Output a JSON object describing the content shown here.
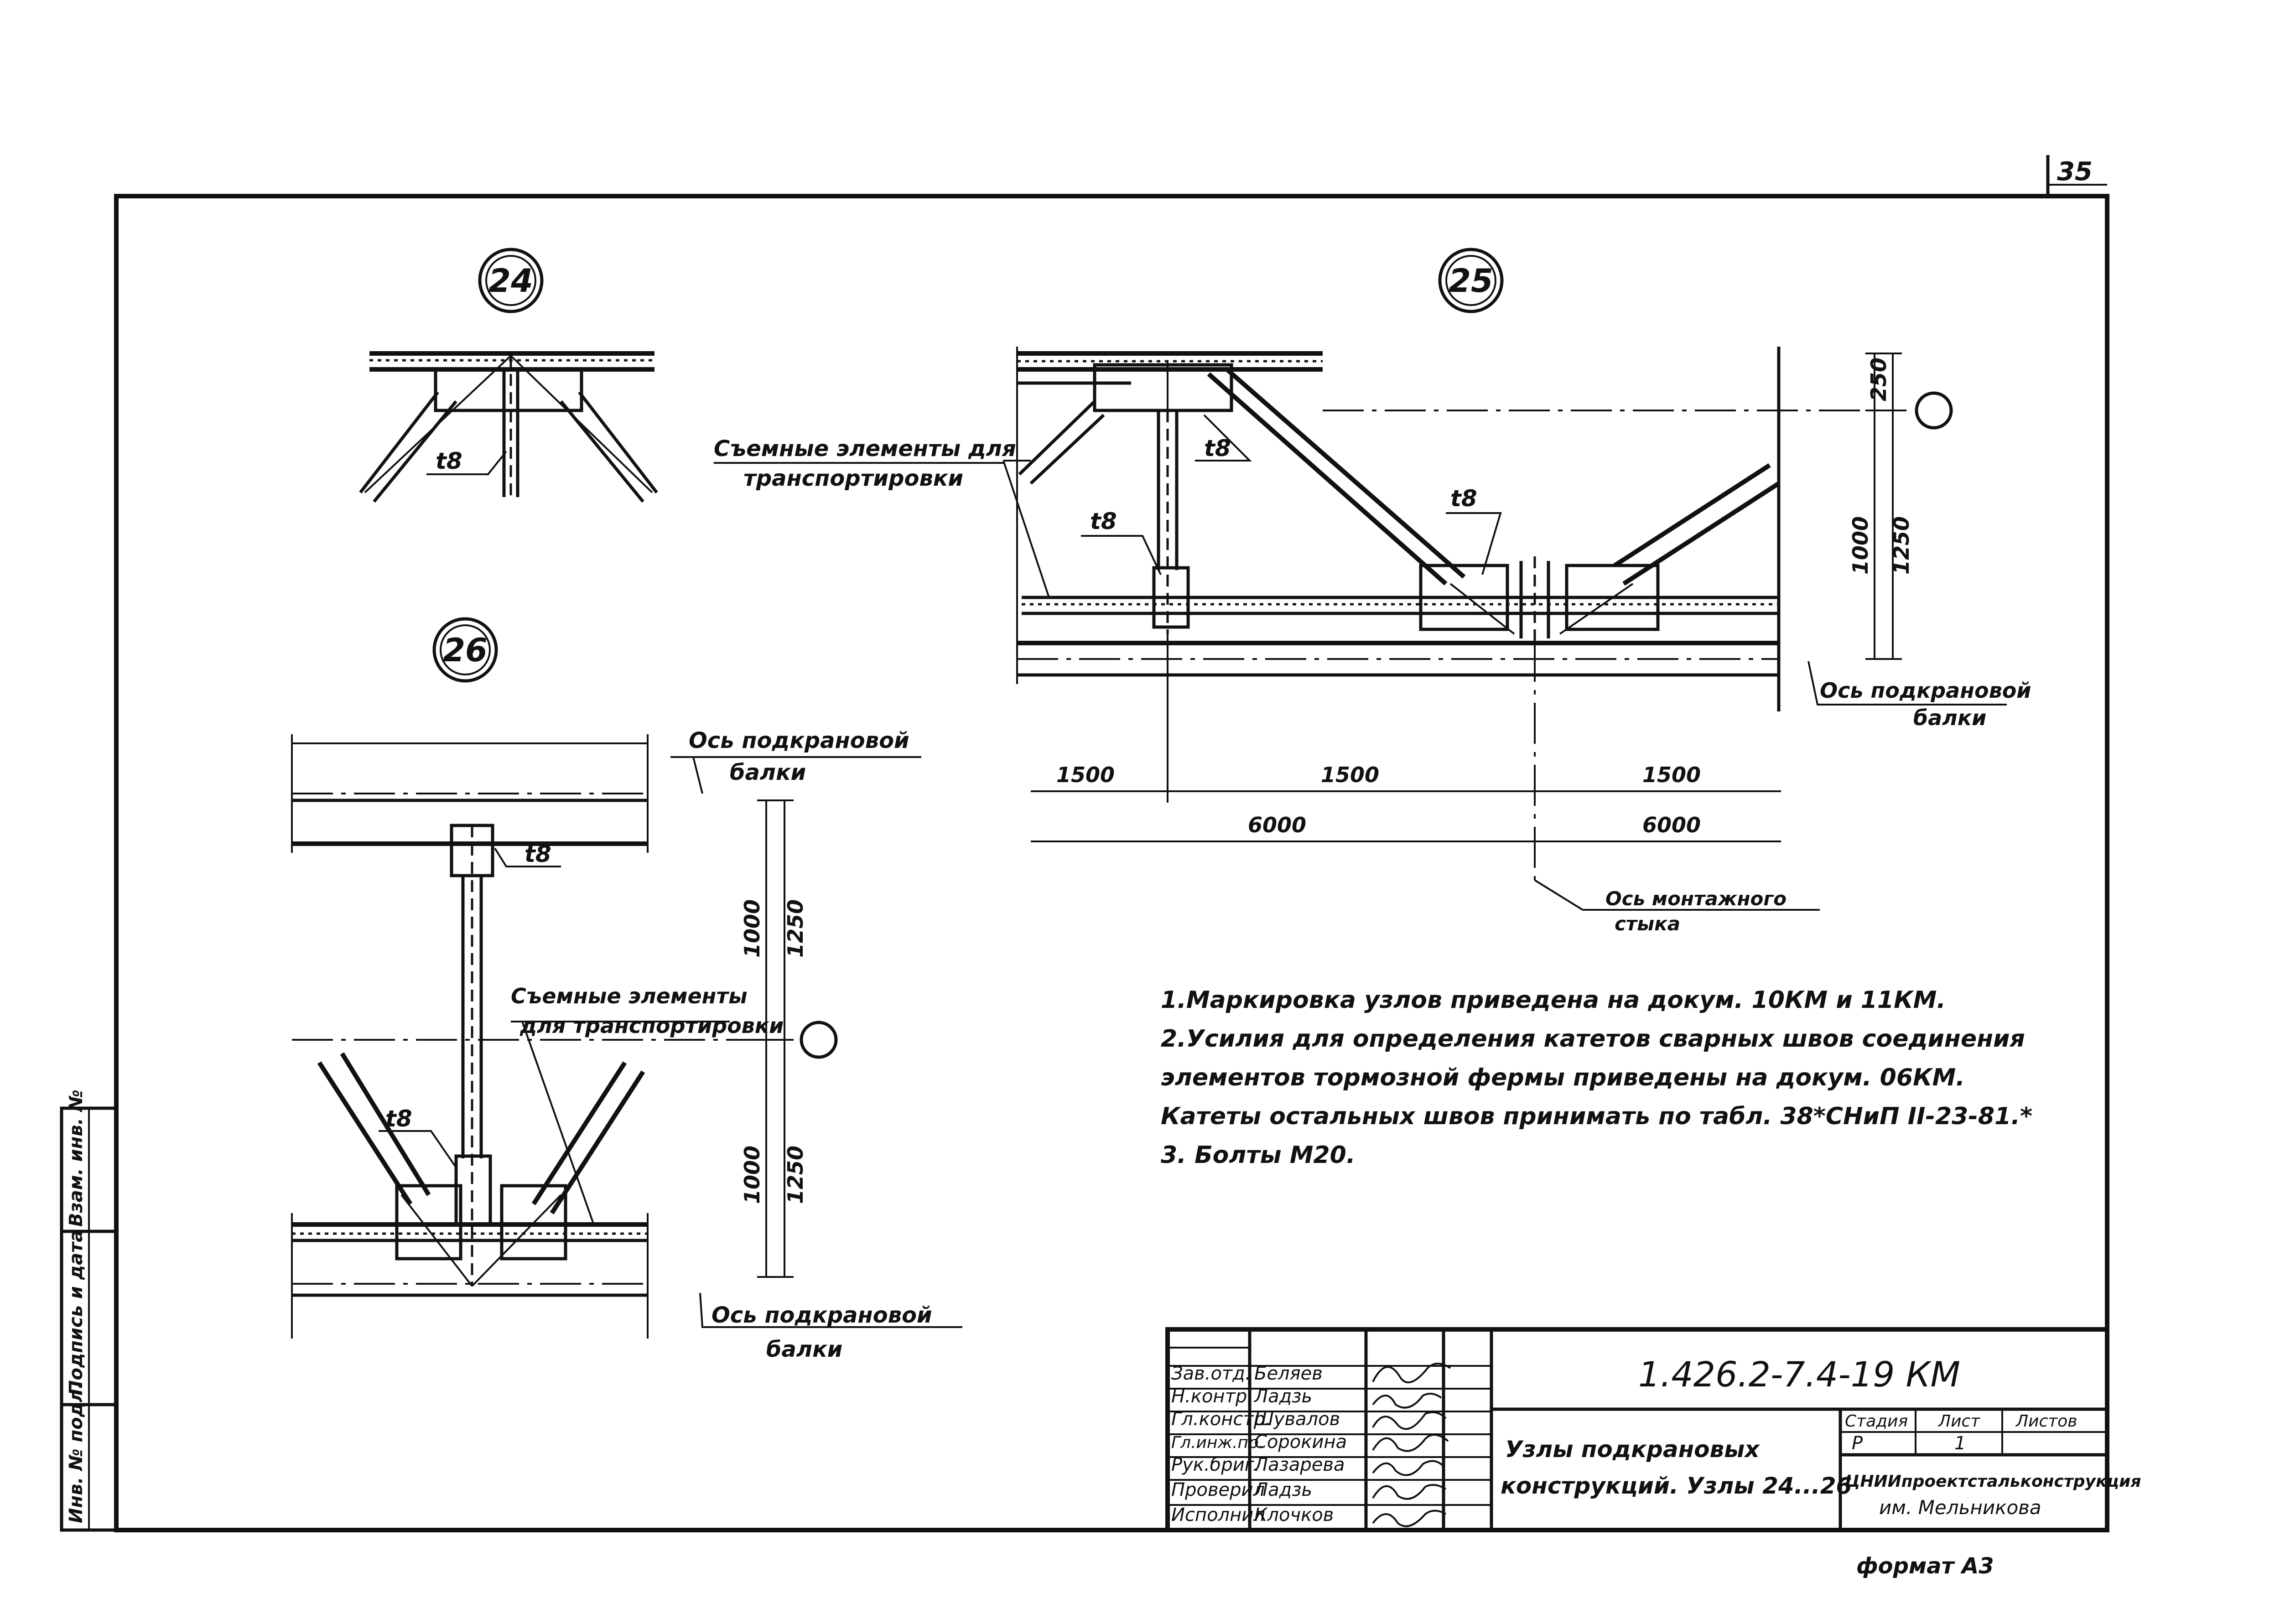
{
  "sheet": {
    "page_number": "35",
    "format": "формат А3"
  },
  "nodes": {
    "n24": "24",
    "n25": "25",
    "n26": "26"
  },
  "node24": {
    "plate_label": "t8"
  },
  "node25": {
    "label_removable": "Съемные элементы для",
    "label_removable_2": "транспортировки",
    "plate_top": "t8",
    "plate_left": "t8",
    "plate_right": "t8",
    "dim_top": "250",
    "dim_inner": "1000",
    "dim_outer": "1250",
    "axis_label": "Ось подкрановой",
    "axis_label_2": "балки",
    "dims_row1": [
      "1500",
      "1500",
      "1500"
    ],
    "dims_row2": [
      "6000",
      "6000"
    ],
    "joint_label": "Ось монтажного",
    "joint_label_2": "стыка"
  },
  "node26": {
    "axis_top": "Ось подкрановой",
    "axis_top_2": "балки",
    "plate_top": "t8",
    "plate_bottom": "t8",
    "label_removable": "Съемные элементы",
    "label_removable_2": "для транспортировки",
    "dim_upper_inner": "1000",
    "dim_upper_outer": "1250",
    "dim_lower_inner": "1000",
    "dim_lower_outer": "1250",
    "axis_bottom": "Ось подкрановой",
    "axis_bottom_2": "балки"
  },
  "notes": [
    "1.Маркировка узлов приведена на докум. 10КМ и 11КМ.",
    "2.Усилия для определения катетов сварных швов соединения",
    "элементов тормозной фермы приведены на докум. 06КМ.",
    "Катеты остальных швов принимать по табл. 38*СНиП II-23-81.*",
    "3. Болты М20."
  ],
  "margin_stamp": {
    "col1": "Инв. № подл.",
    "col2": "Подпись и дата",
    "col3": "Взам. инв. №"
  },
  "title_block": {
    "document_code": "1.426.2-7.4-19 КМ",
    "title_line1": "Узлы подкрановых",
    "title_line2": "конструкций. Узлы 24...26",
    "stage_header": "Стадия",
    "sheet_header": "Лист",
    "sheets_header": "Листов",
    "stage_value": "Р",
    "sheet_value": "1",
    "sheets_value": "",
    "organization": "ЦНИИпроектстальконструкция",
    "organization_2": "им. Мельникова",
    "signatures": [
      {
        "role": "Зав.отд.",
        "name": "Беляев"
      },
      {
        "role": "Н.контр.",
        "name": "Ладзь"
      },
      {
        "role": "Гл.констр.",
        "name": "Шувалов"
      },
      {
        "role": "Гл.инж.пр.",
        "name": "Сорокина"
      },
      {
        "role": "Рук.бриг.",
        "name": "Лазарева"
      },
      {
        "role": "Проверил",
        "name": "Ладзь"
      },
      {
        "role": "Исполнил",
        "name": "Клочков"
      }
    ]
  }
}
